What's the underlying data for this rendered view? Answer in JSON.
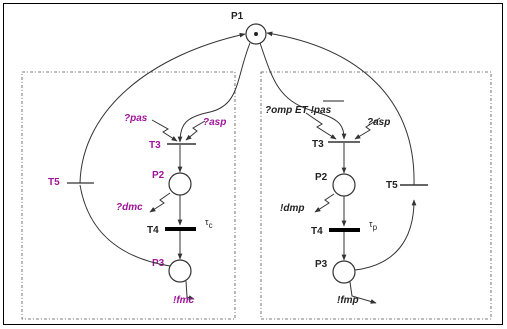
{
  "colors": {
    "text": "#222222",
    "message": "#a0149a",
    "stroke": "#333333",
    "background": "#ffffff"
  },
  "diagram": {
    "top_place": {
      "label": "P1",
      "tokens": 1
    },
    "left_net": {
      "input_labels": [
        "?pas",
        "?asp"
      ],
      "transition_t3": "T3",
      "place_p2": "P2",
      "output_p2": "?dmc",
      "transition_t4": "T4",
      "delay": "τ",
      "delay_sub": "c",
      "place_p3": "P3",
      "output_p3": "!fmc",
      "transition_t5": "T5"
    },
    "right_net": {
      "input_label_main": "?omp ET ",
      "input_label_overline": "!pas",
      "input_label_asp": "?asp",
      "transition_t3": "T3",
      "place_p2": "P2",
      "output_p2": "!dmp",
      "transition_t4": "T4",
      "delay": "τ",
      "delay_sub": "p",
      "place_p3": "P3",
      "output_p3": "!fmp",
      "transition_t5": "T5"
    }
  }
}
